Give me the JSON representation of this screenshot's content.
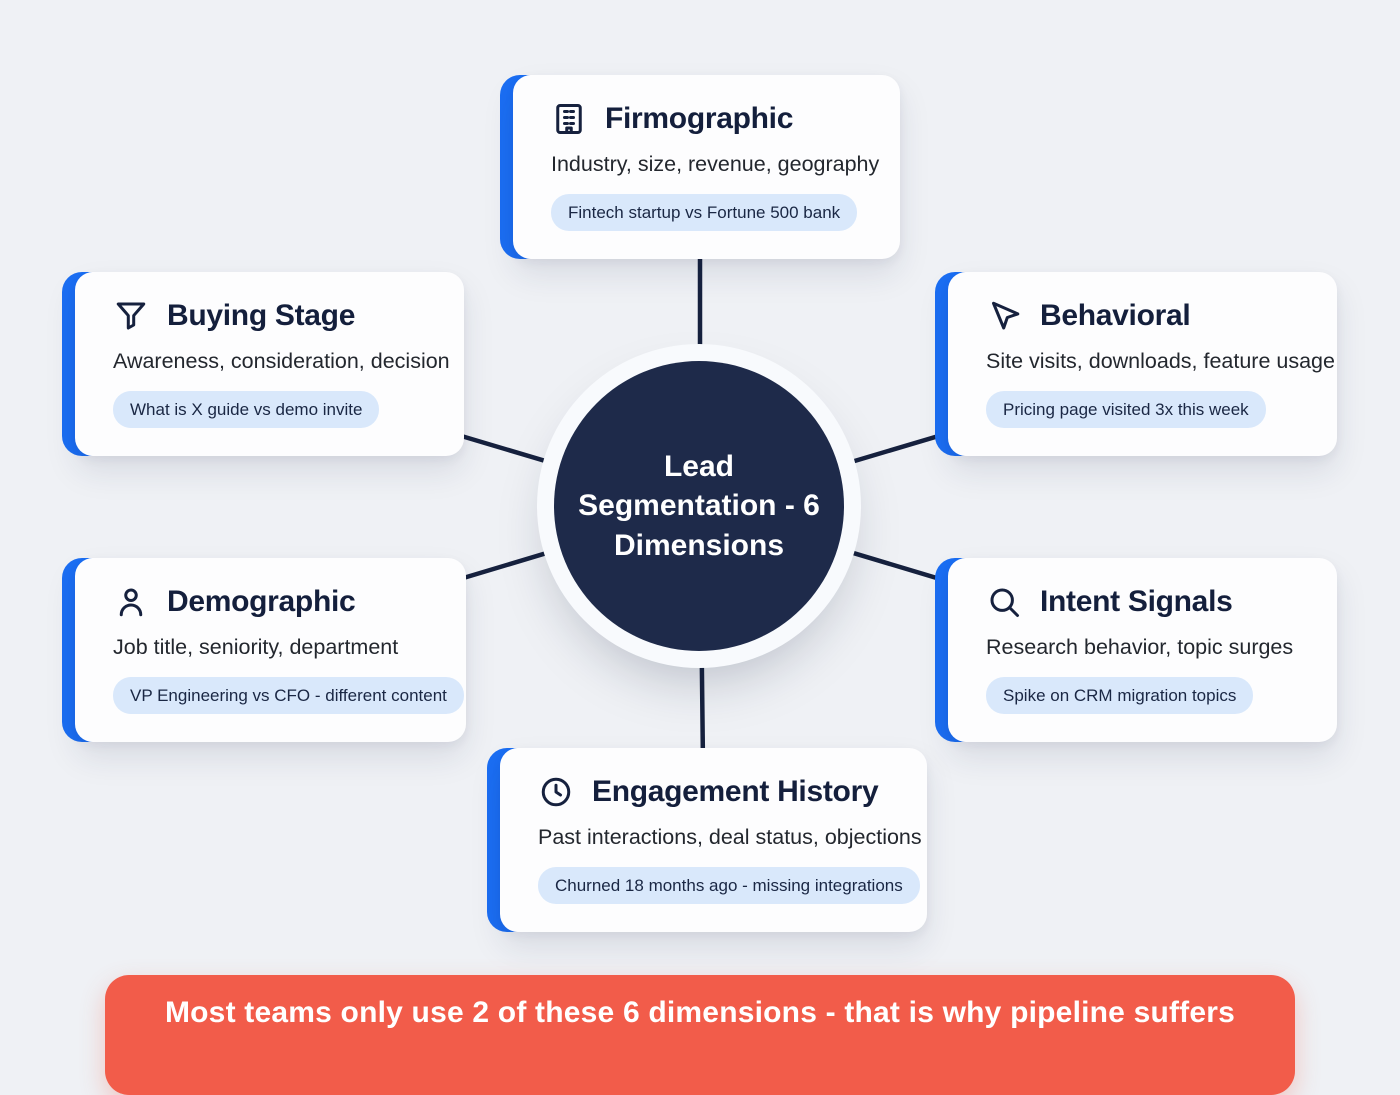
{
  "center": {
    "title": "Lead Segmentation - 6 Dimensions"
  },
  "cards": [
    {
      "icon": "building-icon",
      "title": "Firmographic",
      "description": "Industry, size, revenue, geography",
      "example": "Fintech startup vs Fortune 500 bank"
    },
    {
      "icon": "funnel-icon",
      "title": "Buying Stage",
      "description": "Awareness, consideration, decision",
      "example": "What is X guide vs demo invite"
    },
    {
      "icon": "cursor-icon",
      "title": "Behavioral",
      "description": "Site visits, downloads, feature usage",
      "example": "Pricing page visited 3x this week"
    },
    {
      "icon": "person-icon",
      "title": "Demographic",
      "description": "Job title, seniority, department",
      "example": "VP Engineering vs CFO - different content"
    },
    {
      "icon": "search-icon",
      "title": "Intent Signals",
      "description": "Research behavior, topic surges",
      "example": "Spike on CRM migration topics"
    },
    {
      "icon": "clock-icon",
      "title": "Engagement History",
      "description": "Past interactions, deal status, objections",
      "example": "Churned 18 months ago - missing integrations"
    }
  ],
  "banner": {
    "text": "Most teams only use 2 of these 6 dimensions - that is why pipeline suffers"
  },
  "colors": {
    "background": "#eff1f5",
    "accent_blue": "#1b6ef3",
    "pill_bg": "#d9e8fb",
    "navy_text": "#141f3c",
    "circle_bg": "#1e2a4a",
    "connector": "#16213e",
    "banner_bg": "#f25c4a"
  }
}
